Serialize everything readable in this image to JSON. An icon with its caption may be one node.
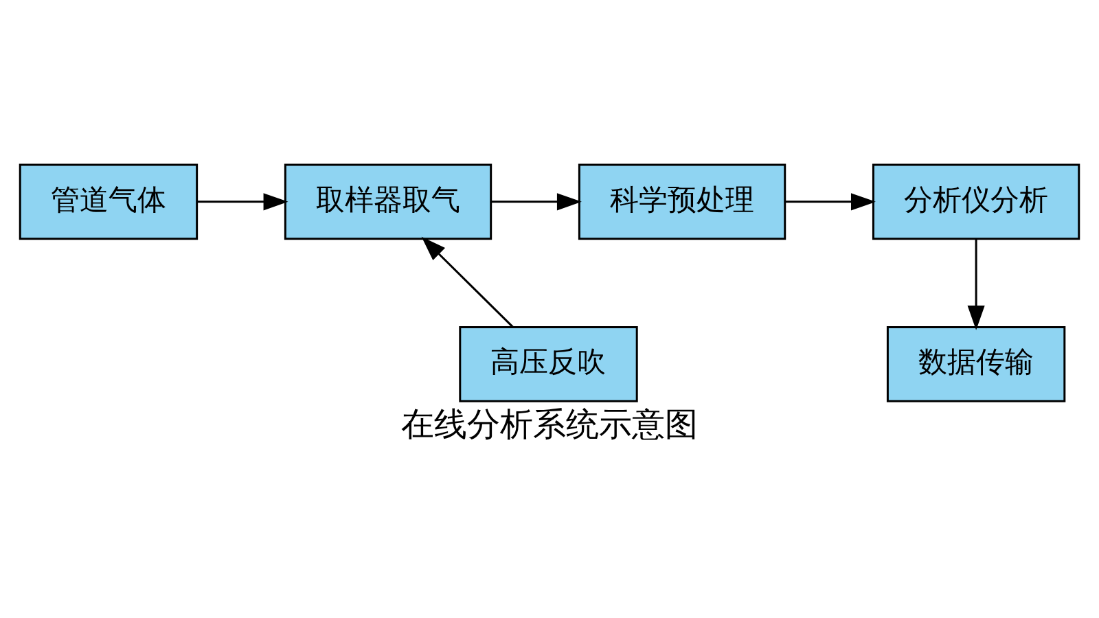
{
  "diagram": {
    "caption": "在线分析系统示意图",
    "nodes": [
      {
        "text": [
          "管道气体"
        ]
      },
      {
        "text": [
          "取样器取气"
        ]
      },
      {
        "text": [
          "科学预处理"
        ]
      },
      {
        "text": [
          "分析仪分析"
        ]
      },
      {
        "text": [
          "高压反吹"
        ]
      },
      {
        "text": [
          "数据传输"
        ]
      }
    ],
    "edges": [
      {
        "from": 0,
        "to": 1,
        "arrow": "to"
      },
      {
        "from": 1,
        "to": 2,
        "arrow": "to"
      },
      {
        "from": 2,
        "to": 3,
        "arrow": "to"
      },
      {
        "from": 4,
        "to": 1,
        "arrow": "to"
      },
      {
        "from": 3,
        "to": 5,
        "arrow": "to"
      }
    ]
  }
}
